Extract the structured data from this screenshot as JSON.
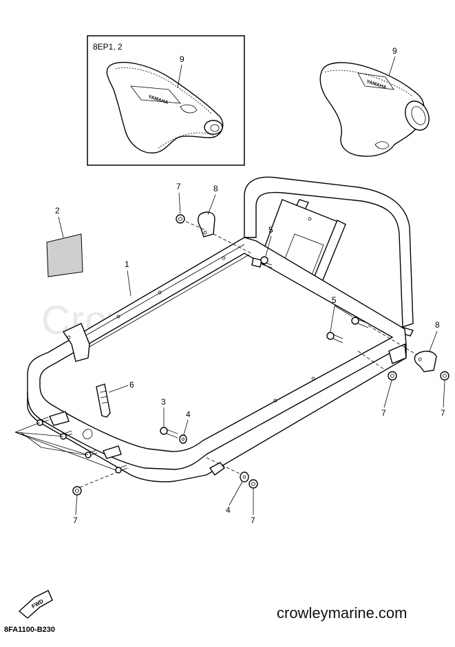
{
  "inset": {
    "label": "8EP1, 2"
  },
  "callouts": {
    "c1": "1",
    "c2": "2",
    "c3": "3",
    "c4a": "4",
    "c4b": "4",
    "c5a": "5",
    "c5b": "5",
    "c6": "6",
    "c7a": "7",
    "c7b": "7",
    "c7c": "7",
    "c7d": "7",
    "c7e": "7",
    "c8a": "8",
    "c8b": "8",
    "c9a": "9",
    "c9b": "9"
  },
  "watermark": "Crowley Marine",
  "website": "crowleymarine.com",
  "diagram_code": "8FA1100-B230",
  "fwd_label": "FWD",
  "cover_text": "YAMAHA"
}
